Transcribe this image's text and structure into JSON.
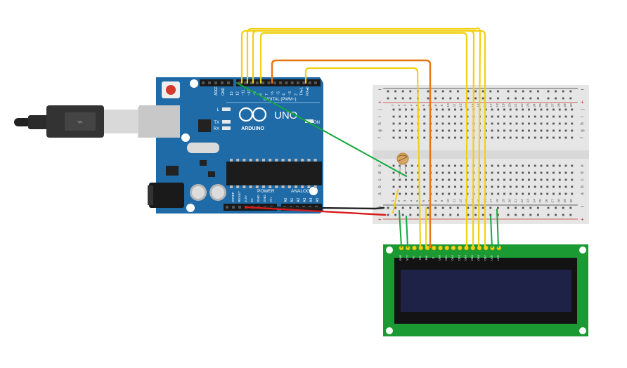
{
  "arduino": {
    "brand": "ARDUINO",
    "model": "UNO",
    "digital_label": "DIGITAL (PWM~)",
    "power_label": "POWER",
    "analog_label": "ANALOG IN",
    "on_label": "ON",
    "led_l": "L",
    "led_tx": "TX",
    "led_rx": "RX",
    "aref": "AREF",
    "gnd": "GND",
    "digital_pins": [
      "13",
      "12",
      "~11",
      "~10",
      "~9",
      "8",
      "7",
      "~6",
      "~5",
      "4",
      "~3",
      "2",
      "TX▸1",
      "RX◂0"
    ],
    "power_pins": [
      "IOREF",
      "RESET",
      "3.3V",
      "5V",
      "GND",
      "GND",
      "Vin"
    ],
    "analog_pins": [
      "A0",
      "A1",
      "A2",
      "A3",
      "A4",
      "A5"
    ]
  },
  "breadboard": {
    "columns": [
      "1",
      "2",
      "3",
      "4",
      "5",
      "6",
      "7",
      "8",
      "9",
      "10",
      "11",
      "12",
      "13",
      "14",
      "15",
      "16",
      "17",
      "18",
      "19",
      "20",
      "21",
      "22",
      "23",
      "24",
      "25",
      "26",
      "27",
      "28",
      "29",
      "30"
    ],
    "rows_top": [
      "j",
      "i",
      "h",
      "g",
      "f"
    ],
    "rows_bottom": [
      "e",
      "d",
      "c",
      "b",
      "a"
    ],
    "rail_minus": "−",
    "rail_plus": "+"
  },
  "lcd": {
    "pins": [
      "GND",
      "VCC",
      "V0",
      "RS",
      "RW",
      "E",
      "DB0",
      "DB1",
      "DB2",
      "DB3",
      "DB4",
      "DB5",
      "DB6",
      "DB7",
      "LED",
      "LED"
    ]
  },
  "colors": {
    "board": "#1e6ba8",
    "wire_yellow": "#f2d013",
    "wire_orange": "#e8750f",
    "wire_green": "#14a83c",
    "wire_red": "#d91b1b",
    "wire_black": "#222222",
    "lcd_pcb": "#1b9a33",
    "lcd_screen": "#1e2247"
  }
}
